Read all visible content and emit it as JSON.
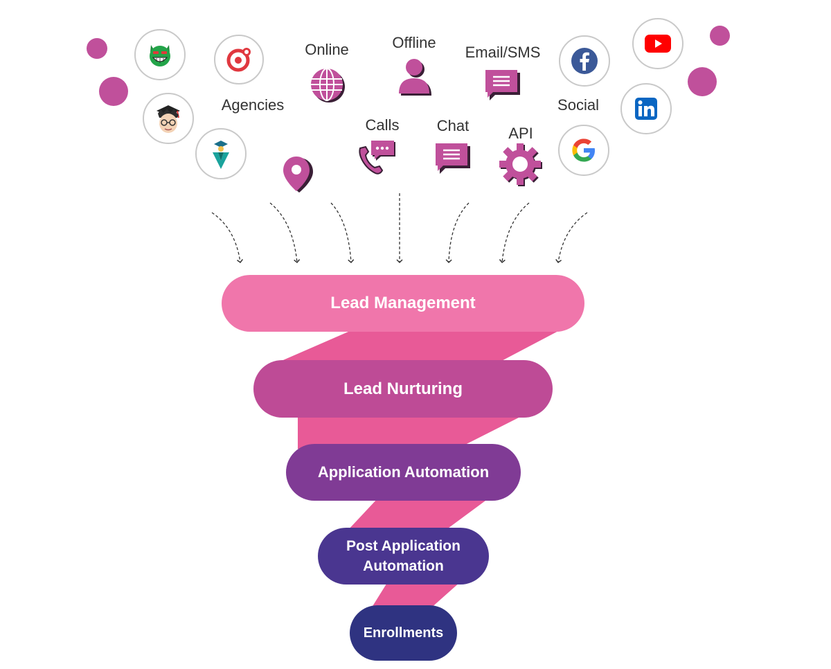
{
  "sources": {
    "agencies": "Agencies",
    "online": "Online",
    "offline": "Offline",
    "email_sms": "Email/SMS",
    "social": "Social",
    "calls": "Calls",
    "chat": "Chat",
    "api": "API"
  },
  "funnel": {
    "stages": [
      {
        "line1": "Lead Management",
        "line2": ""
      },
      {
        "line1": "Lead Nurturing",
        "line2": ""
      },
      {
        "line1": "Application Automation",
        "line2": ""
      },
      {
        "line1": "Post Application",
        "line2": "Automation"
      },
      {
        "line1": "Enrollments",
        "line2": ""
      }
    ]
  },
  "icons": [
    "devil-mascot-icon",
    "red-target-logo-icon",
    "student-avatar-icon",
    "graduate-scholar-icon",
    "location-pin-icon",
    "globe-icon",
    "user-icon",
    "email-sms-bubble-icon",
    "phone-chat-icon",
    "chat-bubble-icon",
    "gear-icon",
    "facebook-icon",
    "youtube-icon",
    "linkedin-icon",
    "google-icon"
  ],
  "colors": {
    "accent": "#c0509b",
    "pink_light": "#f076ab",
    "pink_mid": "#e2579a",
    "magenta": "#be4b96",
    "purple": "#803b95",
    "indigo": "#4a3690",
    "navy": "#2f3381",
    "connector": "#e85a97"
  }
}
